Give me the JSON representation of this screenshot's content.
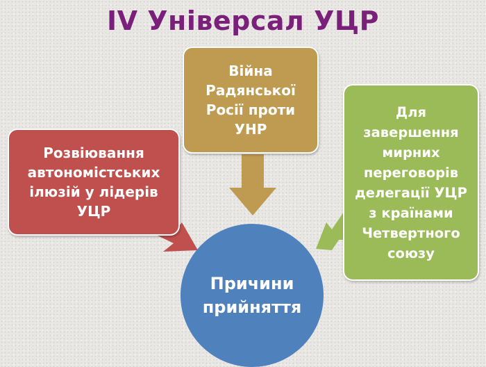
{
  "title": "IV Універсал УЦР",
  "center": {
    "label": "Причини\nприйняття",
    "color": "#4f81bd"
  },
  "causes": [
    {
      "label": "Розвіювання\nавтономістських\nілюзій у лідерів\nУЦР",
      "color": "#c0504d"
    },
    {
      "label": "Війна\nРадянської\nРосії проти\nУНР",
      "color": "#bf9b51"
    },
    {
      "label": "Для\nзавершення\nмирних\nпереговорів\nделегації УЦР\nз країнами\nЧетвертного\nсоюзу",
      "color": "#9bbb59"
    }
  ]
}
